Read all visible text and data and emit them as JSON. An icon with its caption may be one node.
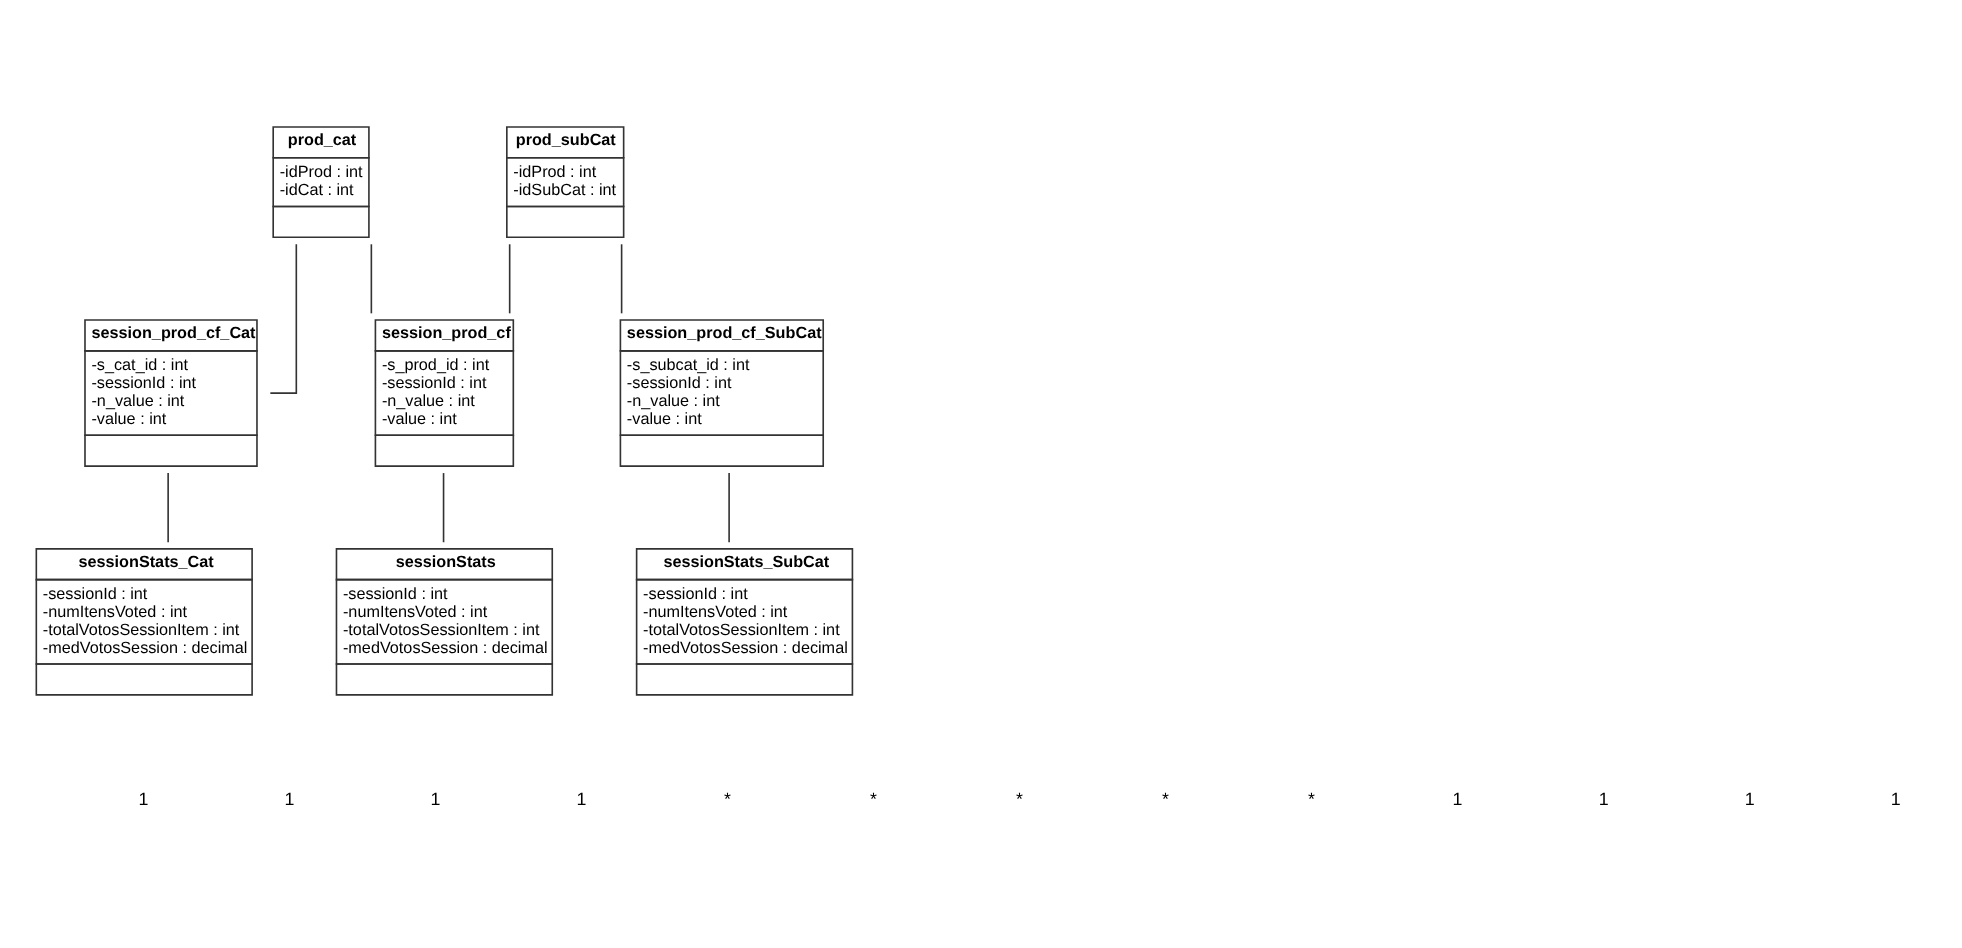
{
  "diagram": {
    "nodes": [
      {
        "text": [
          "prod_cat",
          "-idProd : int",
          "-idCat : int"
        ]
      },
      {
        "text": [
          "prod_subCat",
          "-idProd : int",
          "-idSubCat : int"
        ]
      },
      {
        "text": [
          "session_prod_cf_Cat",
          "-s_cat_id : int",
          "-sessionId : int",
          "-n_value : int",
          "-value : int"
        ]
      },
      {
        "text": [
          "session_prod_cf",
          "-s_prod_id : int",
          "-sessionId : int",
          "-n_value : int",
          "-value : int"
        ]
      },
      {
        "text": [
          "session_prod_cf_SubCat",
          "-s_subcat_id : int",
          "-sessionId : int",
          "-n_value : int",
          "-value : int"
        ]
      },
      {
        "text": [
          "sessionStats_Cat",
          "-sessionId : int",
          "-numItensVoted : int",
          "-totalVotosSessionItem : int",
          "-medVotosSession : decimal"
        ]
      },
      {
        "text": [
          "sessionStats",
          "-sessionId : int",
          "-numItensVoted : int",
          "-totalVotosSessionItem : int",
          "-medVotosSession : decimal"
        ]
      },
      {
        "text": [
          "sessionStats_SubCat",
          "-sessionId : int",
          "-numItensVoted : int",
          "-totalVotosSessionItem : int",
          "-medVotosSession : decimal"
        ]
      }
    ],
    "edges": [
      {
        "from": 0,
        "to": 2,
        "arrow": "none"
      },
      {
        "from": 0,
        "to": 3,
        "arrow": "none"
      },
      {
        "from": 1,
        "to": 3,
        "arrow": "none"
      },
      {
        "from": 1,
        "to": 4,
        "arrow": "none"
      },
      {
        "from": 2,
        "to": 5,
        "arrow": "none"
      },
      {
        "from": 3,
        "to": 6,
        "arrow": "none"
      },
      {
        "from": 4,
        "to": 7,
        "arrow": "none"
      }
    ],
    "labels": [
      "1",
      "1",
      "1",
      "1",
      "*",
      "*",
      "*",
      "*",
      "*",
      "1",
      "1",
      "1",
      "1"
    ]
  }
}
